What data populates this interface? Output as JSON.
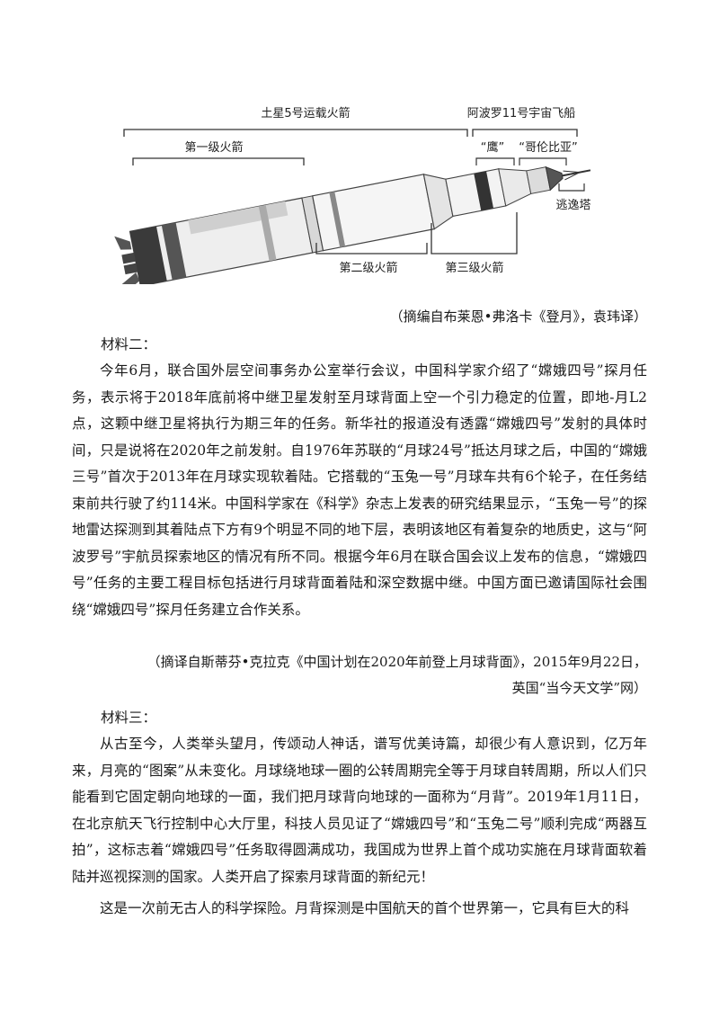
{
  "figure": {
    "label_saturn": "土星5号运载火箭",
    "label_apollo": "阿波罗11号宇宙飞船",
    "label_stage1": "第一级火箭",
    "label_eagle": "“鹰”",
    "label_columbia": "“哥伦比亚”",
    "label_stage2": "第二级火箭",
    "label_stage3": "第三级火箭",
    "label_escape": "逃逸塔"
  },
  "source1": "（摘编自布莱恩•弗洛卡《登月》，袁玮译）",
  "material2": {
    "heading": "材料二：",
    "paragraph": "今年6月，联合国外层空间事务办公室举行会议，中国科学家介绍了“嫦娥四号”探月任务，表示将于2018年底前将中继卫星发射至月球背面上空一个引力稳定的位置，即地-月L2点，这颗中继卫星将执行为期三年的任务。新华社的报道没有透露“嫦娥四号”发射的具体时间，只是说将在2020年之前发射。自1976年苏联的“月球24号”抵达月球之后，中国的“嫦娥三号”首次于2013年在月球实现软着陆。它搭载的“玉兔一号”月球车共有6个轮子，在任务结束前共行驶了约114米。中国科学家在《科学》杂志上发表的研究结果显示，“玉兔一号”的探地雷达探测到其着陆点下方有9个明显不同的地下层，表明该地区有着复杂的地质史，这与“阿波罗号”宇航员探索地区的情况有所不同。根据今年6月在联合国会议上发布的信息，“嫦娥四号”任务的主要工程目标包括进行月球背面着陆和深空数据中继。中国方面已邀请国际社会围绕“嫦娥四号”探月任务建立合作关系。",
    "source_line1": "（摘译自斯蒂芬•克拉克《中国计划在2020年前登上月球背面》，2015年9月22日，",
    "source_line2": "英国“当今天文学”网）"
  },
  "material3": {
    "heading": "材料三：",
    "paragraph1": "从古至今，人类举头望月，传颂动人神话，谱写优美诗篇，却很少有人意识到，亿万年来，月亮的“图案”从未变化。月球绕地球一圈的公转周期完全等于月球自转周期，所以人们只能看到它固定朝向地球的一面，我们把月球背向地球的一面称为“月背”。2019年1月11日，在北京航天飞行控制中心大厅里，科技人员见证了“嫦娥四号”和“玉兔二号”顺利完成“两器互拍”，这标志着“嫦娥四号”任务取得圆满成功，我国成为世界上首个成功实施在月球背面软着陆并巡视探测的国家。人类开启了探索月球背面的新纪元！",
    "paragraph2": "这是一次前无古人的科学探险。月背探测是中国航天的首个世界第一，它具有巨大的科"
  }
}
